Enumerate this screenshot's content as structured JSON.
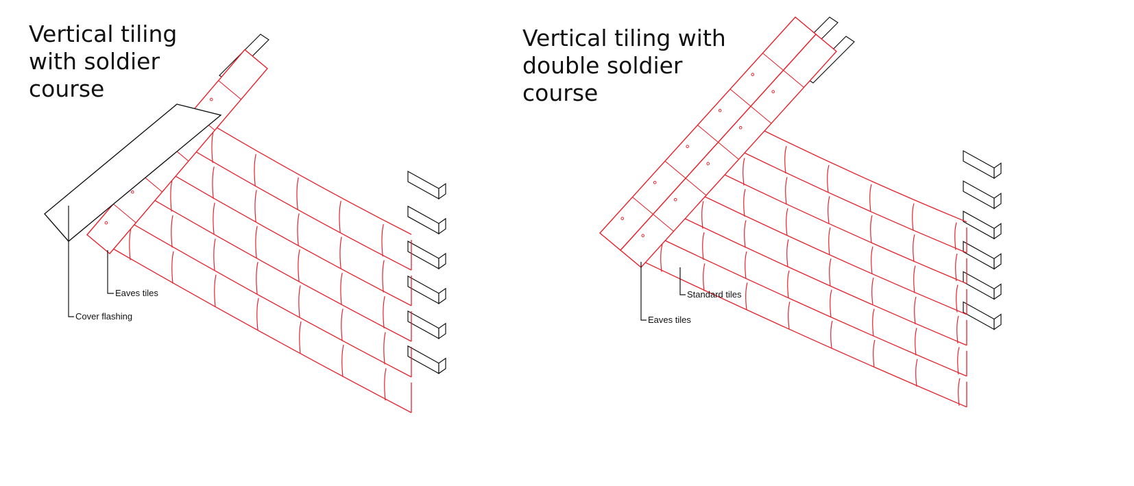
{
  "colors": {
    "tile": "#e8202a",
    "outline": "#111111"
  },
  "panels": [
    {
      "title": "Vertical tiling\nwith soldier\ncourse",
      "labels": {
        "eaves": "Eaves tiles",
        "flashing": "Cover flashing"
      },
      "soldier_courses": 1
    },
    {
      "title": "Vertical tiling with\ndouble soldier\ncourse",
      "labels": {
        "standard": "Standard tiles",
        "eaves": "Eaves tiles"
      },
      "soldier_courses": 2
    }
  ]
}
